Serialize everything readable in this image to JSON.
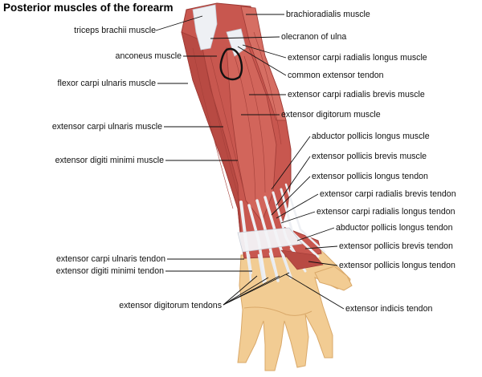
{
  "title": "Posterior muscles of the forearm",
  "colors": {
    "muscle": "#c8574f",
    "muscle_dark": "#9e3a35",
    "muscle_light": "#e08a80",
    "tendon": "#eef0f4",
    "skin": "#f2cc93",
    "skin_dark": "#d9a869",
    "leader": "#111111",
    "outline": "#111111"
  },
  "labels": {
    "left": {
      "triceps_brachii": "triceps brachii muscle",
      "anconeus": "anconeus muscle",
      "flexor_carpi_ulnaris": "flexor carpi ulnaris muscle",
      "extensor_carpi_ulnaris_muscle": "extensor carpi ulnaris muscle",
      "extensor_digiti_minimi_muscle": "extensor digiti minimi muscle",
      "extensor_carpi_ulnaris_tendon": "extensor carpi ulnaris tendon",
      "extensor_digiti_minimi_tendon": "extensor digiti minimi tendon",
      "extensor_digitorum_tendons": "extensor digitorum tendons"
    },
    "right": {
      "brachioradialis": "brachioradialis muscle",
      "olecranon": "olecranon of ulna",
      "ecr_longus_muscle": "extensor carpi radialis longus muscle",
      "common_extensor_tendon": "common extensor tendon",
      "ecr_brevis_muscle": "extensor carpi radialis brevis muscle",
      "extensor_digitorum_muscle": "extensor digitorum muscle",
      "abductor_pollicis_longus_muscle": "abductor pollicis longus muscle",
      "extensor_pollicis_brevis_muscle": "extensor pollicis brevis muscle",
      "extensor_pollicis_longus_tendon": "extensor pollicis longus tendon",
      "ecr_brevis_tendon": "extensor carpi radialis brevis tendon",
      "ecr_longus_tendon": "extensor carpi radialis longus tendon",
      "abductor_pollicis_longus_tendon": "abductor pollicis longus tendon",
      "extensor_pollicis_brevis_tendon": "extensor pollicis brevis tendon",
      "extensor_pollicis_longus_tendon_2": "extensor pollicis longus tendon",
      "extensor_indicis_tendon": "extensor indicis tendon"
    }
  }
}
